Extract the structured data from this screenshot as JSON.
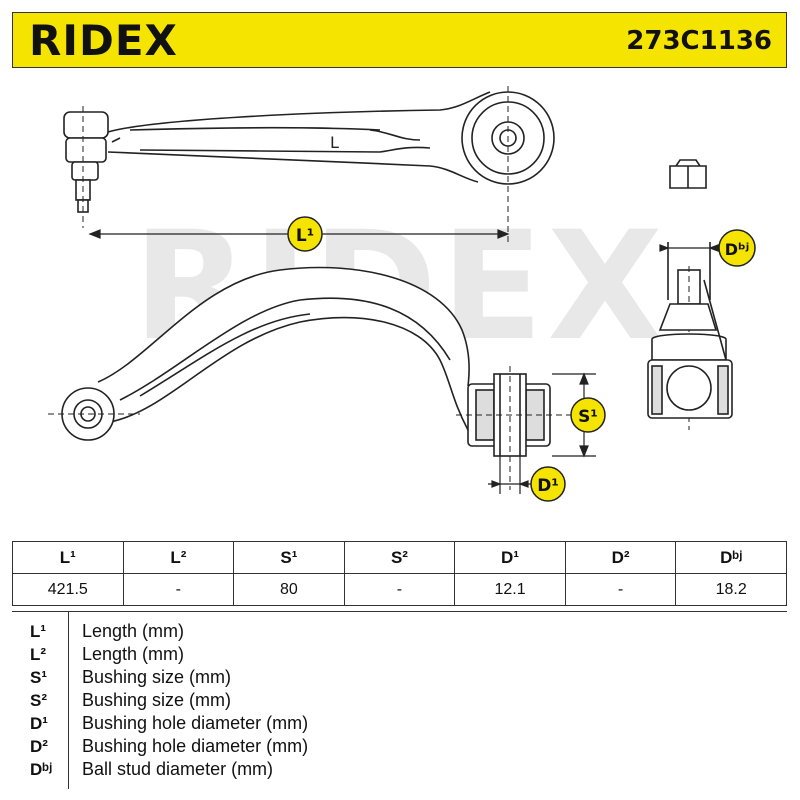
{
  "header": {
    "brand": "RIDEX",
    "article_number": "273C1136"
  },
  "watermark": "RIDEX",
  "drawing_labels": {
    "top_length": "L",
    "l1": "L¹",
    "dbj": "Dᵇʲ",
    "s1": "S¹",
    "d1": "D¹"
  },
  "colors": {
    "accent_yellow": "#f5e400",
    "line": "#222222",
    "watermark_gray": "#e6e6e6"
  },
  "spec_table": {
    "headers": [
      "L¹",
      "L²",
      "S¹",
      "S²",
      "D¹",
      "D²",
      "Dᵇʲ"
    ],
    "values": [
      "421.5",
      "-",
      "80",
      "-",
      "12.1",
      "-",
      "18.2"
    ]
  },
  "legend": [
    {
      "key": "L¹",
      "desc": "Length (mm)"
    },
    {
      "key": "L²",
      "desc": "Length (mm)"
    },
    {
      "key": "S¹",
      "desc": "Bushing size (mm)"
    },
    {
      "key": "S²",
      "desc": "Bushing size (mm)"
    },
    {
      "key": "D¹",
      "desc": "Bushing hole diameter (mm)"
    },
    {
      "key": "D²",
      "desc": "Bushing hole diameter (mm)"
    },
    {
      "key": "Dᵇʲ",
      "desc": "Ball stud diameter (mm)"
    }
  ]
}
